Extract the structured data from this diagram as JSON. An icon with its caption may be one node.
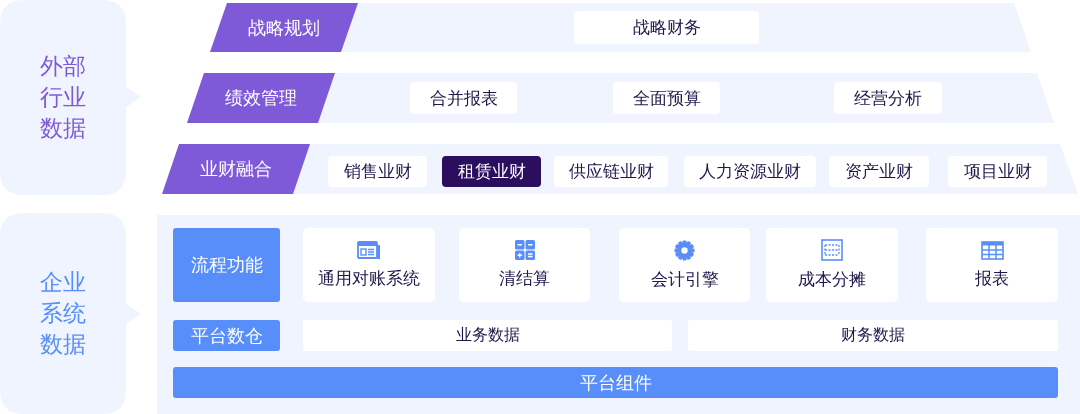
{
  "diagram": {
    "nodes": [
      {
        "text": [
          "外部行业数据"
        ]
      },
      {
        "text": [],
        "shape": "band"
      },
      {
        "text": [
          "战略规划"
        ],
        "in": 1
      },
      {
        "text": [
          "战略财务"
        ],
        "in": 1
      },
      {
        "text": [],
        "shape": "band"
      },
      {
        "text": [
          "绩效管理"
        ],
        "in": 4
      },
      {
        "text": [
          "合并报表"
        ],
        "in": 4
      },
      {
        "text": [
          "全面预算"
        ],
        "in": 4
      },
      {
        "text": [
          "经营分析"
        ],
        "in": 4
      },
      {
        "text": [],
        "shape": "band"
      },
      {
        "text": [
          "业财融合"
        ],
        "in": 9
      },
      {
        "text": [
          "销售业财"
        ],
        "in": 9
      },
      {
        "text": [
          "租赁业财"
        ],
        "in": 9
      },
      {
        "text": [
          "供应链业财"
        ],
        "in": 9
      },
      {
        "text": [
          "人力资源业财"
        ],
        "in": 9
      },
      {
        "text": [
          "资产业财"
        ],
        "in": 9
      },
      {
        "text": [
          "项目业财"
        ],
        "in": 9
      },
      {
        "text": [
          "企业系统数据"
        ]
      },
      {
        "text": [],
        "shape": "box"
      },
      {
        "text": [
          "流程功能"
        ],
        "in": 18
      },
      {
        "text": [
          "通用对账系统"
        ],
        "in": 18
      },
      {
        "text": [
          "清结算"
        ],
        "in": 18
      },
      {
        "text": [
          "会计引擎"
        ],
        "in": 18
      },
      {
        "text": [
          "成本分摊"
        ],
        "in": 18
      },
      {
        "text": [
          "报表"
        ],
        "in": 18
      },
      {
        "text": [
          "平台数仓"
        ],
        "in": 18
      },
      {
        "text": [
          "业务数据"
        ],
        "in": 18
      },
      {
        "text": [
          "财务数据"
        ],
        "in": 18
      },
      {
        "text": [
          "平台组件"
        ],
        "in": 18
      }
    ]
  }
}
